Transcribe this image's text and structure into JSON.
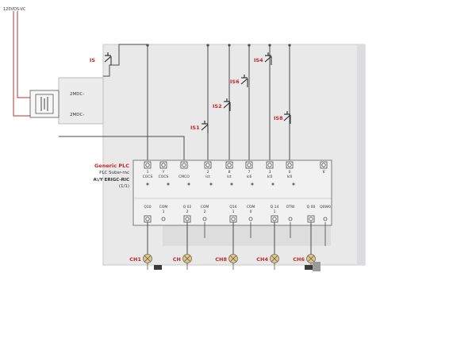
{
  "colors": {
    "panel": "#e9e9ea",
    "panel_edge": "#c9c9cb",
    "plc_body": "#f1f1f1",
    "wire": "#4a4a4a",
    "supply_wire": "#b53333",
    "label_red": "#c0282a",
    "text_dark": "#333333",
    "lamp": "#d9c79a"
  },
  "supply": {
    "label": "120VDS-VC"
  },
  "power_module": {
    "line1": "2MDC-",
    "line2": "2MDC-"
  },
  "plc": {
    "title": "Generic PLC",
    "line2": "PLC Subsr-rnc",
    "line3": "A\\/Y ERIGC-RIC",
    "line4": "(1/1)"
  },
  "input_switches": [
    {
      "label": "IS"
    },
    {
      "label": "IS6"
    },
    {
      "label": "IS4"
    },
    {
      "label": "IS2"
    },
    {
      "label": "IS8"
    },
    {
      "label": "IS1"
    }
  ],
  "input_terminals": [
    {
      "num": "1",
      "name": "COCS"
    },
    {
      "num": "Y",
      "name": "COCS"
    },
    {
      "num": "",
      "name": "CMCO"
    },
    {
      "num": "2",
      "name": "Ict"
    },
    {
      "num": "8",
      "name": "Ict"
    },
    {
      "num": "7",
      "name": "Ic6"
    },
    {
      "num": "3",
      "name": "Ic0"
    },
    {
      "num": "0",
      "name": "Ic0"
    },
    {
      "num": "6",
      "name": ""
    }
  ],
  "output_terminals": [
    {
      "name": "Q10",
      "num": ""
    },
    {
      "name": "COM",
      "num": "1"
    },
    {
      "name": "Q 02",
      "num": "2"
    },
    {
      "name": "COM",
      "num": "2"
    },
    {
      "name": "Q16",
      "num": "1"
    },
    {
      "name": "COM",
      "num": "0"
    },
    {
      "name": "Q 14",
      "num": "1"
    },
    {
      "name": "OTW",
      "num": ""
    },
    {
      "name": "Q 00",
      "num": ""
    },
    {
      "name": "Q0W0",
      "num": ""
    }
  ],
  "outputs": [
    {
      "label": "CH1"
    },
    {
      "label": "CH"
    },
    {
      "label": "CH8"
    },
    {
      "label": "CH4"
    },
    {
      "label": "CH6"
    }
  ]
}
